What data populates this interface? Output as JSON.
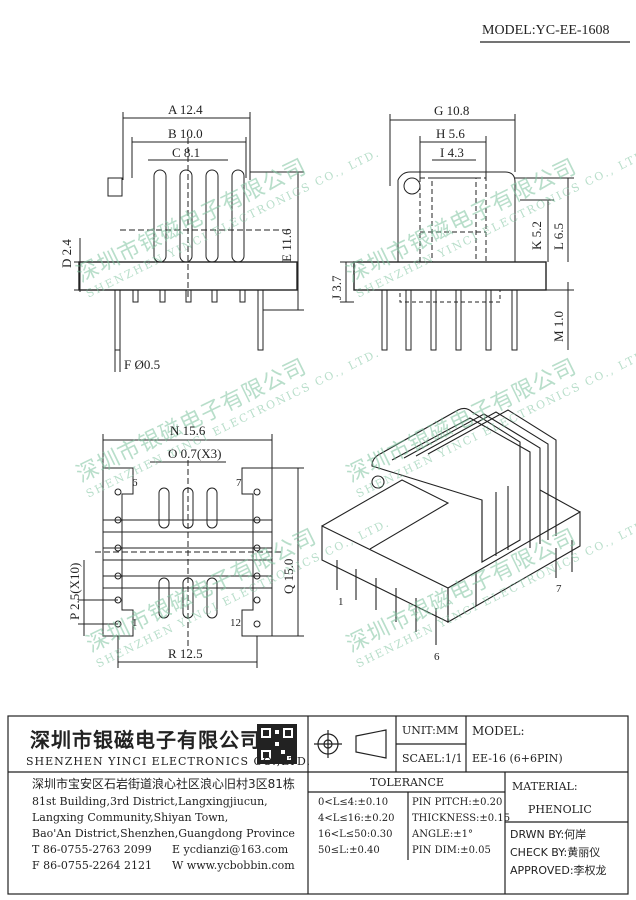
{
  "header": {
    "model": "MODEL:YC-EE-1608"
  },
  "dims": {
    "A": "A 12.4",
    "B": "B 10.0",
    "C": "C 8.1",
    "D": "D 2.4",
    "E": "E 11.6",
    "F": "F Ø0.5",
    "G": "G 10.8",
    "H": "H 5.6",
    "I": "I 4.3",
    "J": "J 3.7",
    "K": "K 5.2",
    "L": "L 6.5",
    "M": "M 1.0",
    "N": "N 15.6",
    "O": "O 0.7(X3)",
    "P": "P 2.5(X10)",
    "Q": "Q 15.0",
    "R": "R 12.5"
  },
  "pins": {
    "p1": "1",
    "p6": "6",
    "p7": "7",
    "p12": "12",
    "iso1": "1",
    "iso6": "6",
    "iso7": "7"
  },
  "watermark": {
    "cn": "深圳市银磁电子有限公司",
    "en": "SHENZHEN YINCI ELECTRONICS CO., LTD."
  },
  "title_block": {
    "company_cn": "深圳市银磁电子有限公司",
    "company_en": "SHENZHEN YINCI ELECTRONICS CO.,LTD.",
    "address_cn": "深圳市宝安区石岩街道浪心社区浪心旧村3区81栋",
    "address_en": [
      "81st Building,3rd District,Langxingjiucun,",
      "Langxing Community,Shiyan Town,",
      "Bao'An District,Shenzhen,Guangdong Province"
    ],
    "tel": "T 86-0755-2763 2099",
    "email": "E ycdianzi@163.com",
    "fax": "F 86-0755-2264 2121",
    "web": "W www.ycbobbin.com",
    "unit": "UNIT:MM",
    "scale": "SCAEL:1/1",
    "model_label": "MODEL:",
    "model_value": "EE-16 (6+6PIN)",
    "tolerance_title": "TOLERANCE",
    "tol_left": [
      "0<L≤4:±0.10",
      "4<L≤16:±0.20",
      "16<L≤50:0.30",
      "50≤L:±0.40"
    ],
    "tol_right": [
      "PIN PITCH:±0.20",
      "THICKNESS:±0.15",
      "ANGLE:±1°",
      "PIN DIM:±0.05"
    ],
    "material_label": "MATERIAL:",
    "material_value": "PHENOLIC",
    "drawn": "DRWN BY:何岸",
    "check": "CHECK BY:黄丽仪",
    "approved": "APPROVED:李权龙"
  }
}
